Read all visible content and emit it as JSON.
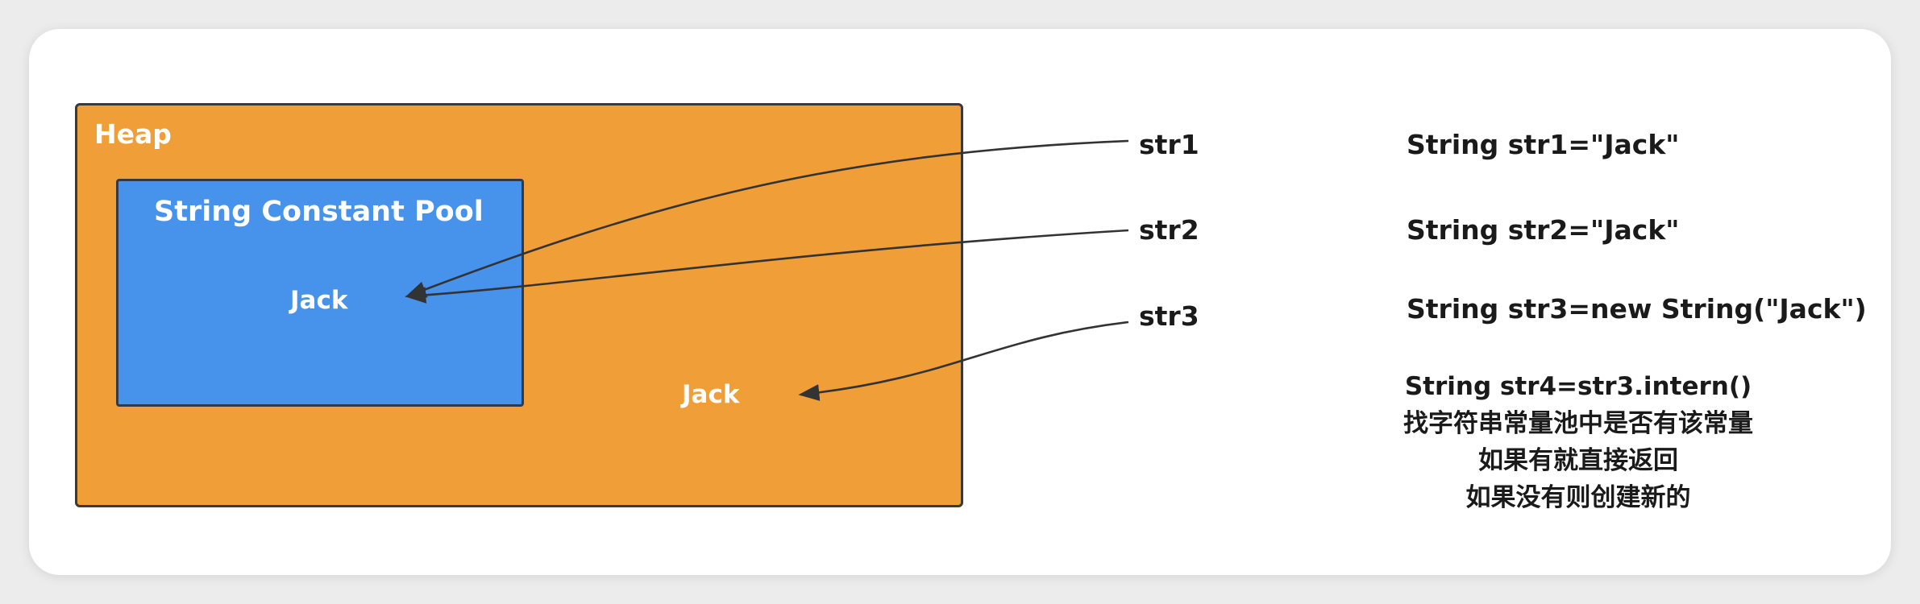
{
  "heap": {
    "label": "Heap"
  },
  "pool": {
    "label": "String Constant Pool",
    "value": "Jack"
  },
  "heap_value": "Jack",
  "refs": [
    "str1",
    "str2",
    "str3"
  ],
  "code": [
    "String str1=\"Jack\"",
    "String str2=\"Jack\"",
    "String str3=new String(\"Jack\")"
  ],
  "intern_note": [
    "String str4=str3.intern()",
    "找字符串常量池中是否有该常量",
    "如果有就直接返回",
    "如果没有则创建新的"
  ],
  "colors": {
    "heap_fill": "#f09e38",
    "pool_fill": "#4792ea",
    "arrow": "#333333"
  }
}
